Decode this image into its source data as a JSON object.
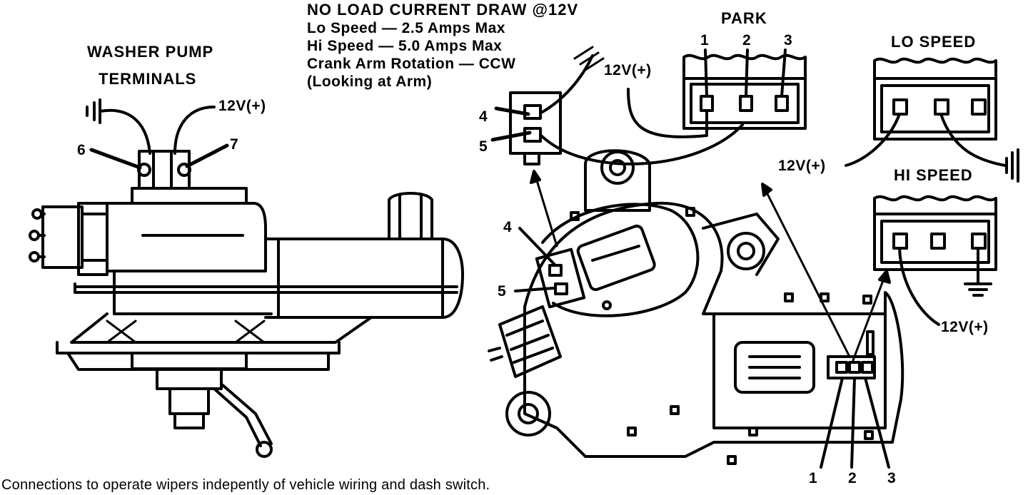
{
  "specs": {
    "lines": [
      "NO LOAD CURRENT DRAW @12V",
      "Lo Speed — 2.5 Amps Max",
      "Hi Speed — 5.0 Amps Max",
      "Crank Arm Rotation — CCW",
      "(Looking at Arm)"
    ]
  },
  "washer": {
    "title_line1": "WASHER PUMP",
    "title_line2": "TERMINALS",
    "voltage": "12V(+)",
    "terminal_left": "6",
    "terminal_right": "7"
  },
  "park": {
    "title": "PARK",
    "pins": [
      "1",
      "2",
      "3"
    ],
    "voltage": "12V(+)"
  },
  "lo_speed": {
    "title": "LO SPEED",
    "voltage": "12V(+)"
  },
  "hi_speed": {
    "title": "HI SPEED",
    "voltage": "12V(+)"
  },
  "motor_terminals": {
    "top_4": "4",
    "top_5": "5",
    "side_4": "4",
    "side_5": "5",
    "bottom": [
      "1",
      "2",
      "3"
    ]
  },
  "caption": "Connections to operate wipers indepently of  vehicle wiring and dash switch."
}
